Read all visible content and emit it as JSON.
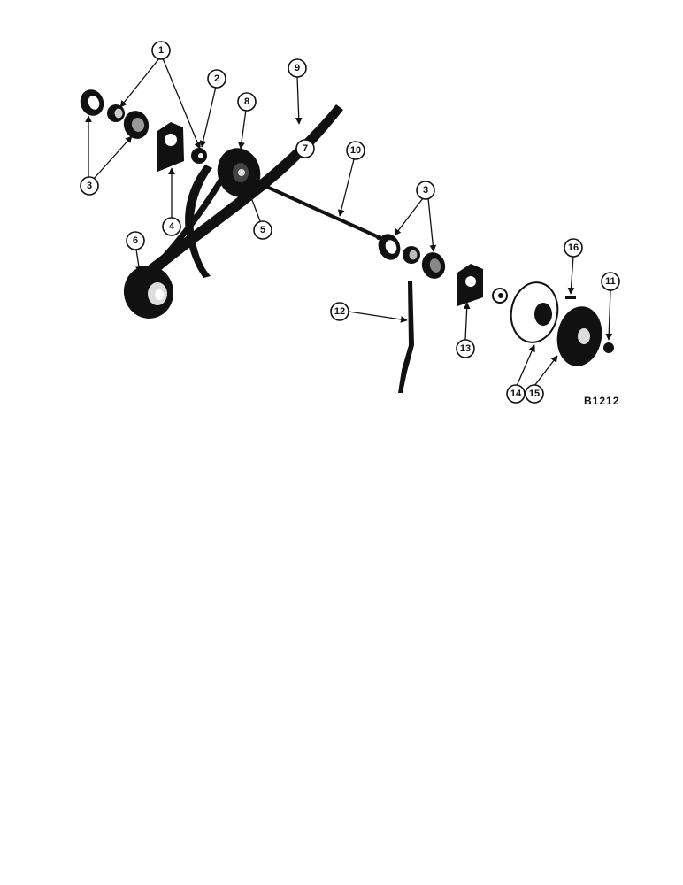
{
  "diagram": {
    "reference_code": "B1212",
    "callouts": [
      "1",
      "2",
      "3",
      "4",
      "5",
      "6",
      "7",
      "8",
      "9",
      "10",
      "3",
      "11",
      "12",
      "13",
      "14",
      "15",
      "16"
    ]
  }
}
